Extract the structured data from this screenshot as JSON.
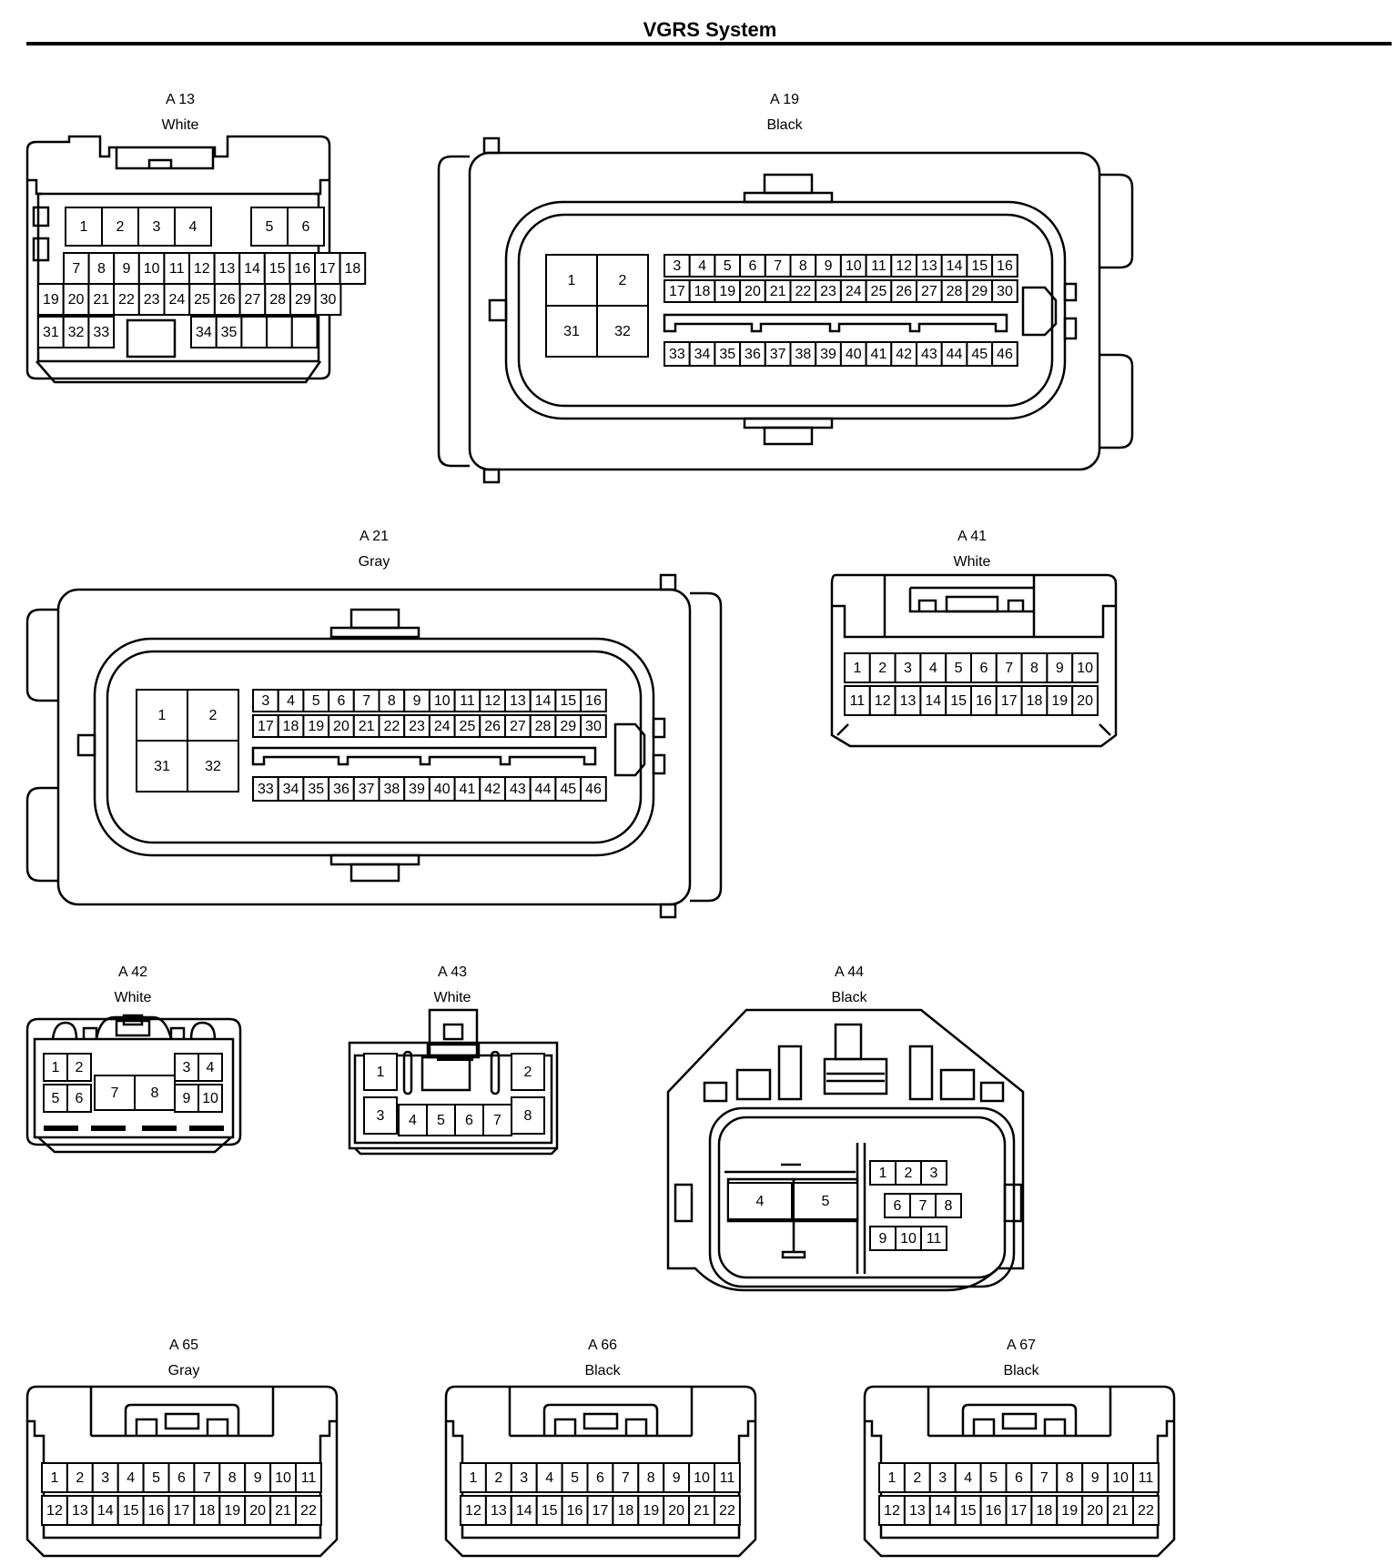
{
  "title": "VGRS System",
  "connectors": [
    {
      "id": "A 13",
      "color": "White",
      "pins": [
        "1",
        "2",
        "3",
        "4",
        "5",
        "6",
        "7",
        "8",
        "9",
        "10",
        "11",
        "12",
        "13",
        "14",
        "15",
        "16",
        "17",
        "18",
        "19",
        "20",
        "21",
        "22",
        "23",
        "24",
        "25",
        "26",
        "27",
        "28",
        "29",
        "30",
        "31",
        "32",
        "33",
        "34",
        "35"
      ]
    },
    {
      "id": "A 19",
      "color": "Black",
      "pins": [
        "1",
        "2",
        "31",
        "32",
        "3",
        "4",
        "5",
        "6",
        "7",
        "8",
        "9",
        "10",
        "11",
        "12",
        "13",
        "14",
        "15",
        "16",
        "17",
        "18",
        "19",
        "20",
        "21",
        "22",
        "23",
        "24",
        "25",
        "26",
        "27",
        "28",
        "29",
        "30",
        "33",
        "34",
        "35",
        "36",
        "37",
        "38",
        "39",
        "40",
        "41",
        "42",
        "43",
        "44",
        "45",
        "46"
      ]
    },
    {
      "id": "A 21",
      "color": "Gray",
      "pins": [
        "1",
        "2",
        "31",
        "32",
        "3",
        "4",
        "5",
        "6",
        "7",
        "8",
        "9",
        "10",
        "11",
        "12",
        "13",
        "14",
        "15",
        "16",
        "17",
        "18",
        "19",
        "20",
        "21",
        "22",
        "23",
        "24",
        "25",
        "26",
        "27",
        "28",
        "29",
        "30",
        "33",
        "34",
        "35",
        "36",
        "37",
        "38",
        "39",
        "40",
        "41",
        "42",
        "43",
        "44",
        "45",
        "46"
      ]
    },
    {
      "id": "A 41",
      "color": "White",
      "pins": [
        "1",
        "2",
        "3",
        "4",
        "5",
        "6",
        "7",
        "8",
        "9",
        "10",
        "11",
        "12",
        "13",
        "14",
        "15",
        "16",
        "17",
        "18",
        "19",
        "20"
      ]
    },
    {
      "id": "A 42",
      "color": "White",
      "pins": [
        "1",
        "2",
        "3",
        "4",
        "5",
        "6",
        "7",
        "8",
        "9",
        "10"
      ]
    },
    {
      "id": "A 43",
      "color": "White",
      "pins": [
        "1",
        "2",
        "3",
        "4",
        "5",
        "6",
        "7",
        "8"
      ]
    },
    {
      "id": "A 44",
      "color": "Black",
      "pins": [
        "1",
        "2",
        "3",
        "4",
        "5",
        "6",
        "7",
        "8",
        "9",
        "10",
        "11"
      ]
    },
    {
      "id": "A 65",
      "color": "Gray",
      "pins": [
        "1",
        "2",
        "3",
        "4",
        "5",
        "6",
        "7",
        "8",
        "9",
        "10",
        "11",
        "12",
        "13",
        "14",
        "15",
        "16",
        "17",
        "18",
        "19",
        "20",
        "21",
        "22"
      ]
    },
    {
      "id": "A 66",
      "color": "Black",
      "pins": [
        "1",
        "2",
        "3",
        "4",
        "5",
        "6",
        "7",
        "8",
        "9",
        "10",
        "11",
        "12",
        "13",
        "14",
        "15",
        "16",
        "17",
        "18",
        "19",
        "20",
        "21",
        "22"
      ]
    },
    {
      "id": "A 67",
      "color": "Black",
      "pins": [
        "1",
        "2",
        "3",
        "4",
        "5",
        "6",
        "7",
        "8",
        "9",
        "10",
        "11",
        "12",
        "13",
        "14",
        "15",
        "16",
        "17",
        "18",
        "19",
        "20",
        "21",
        "22"
      ]
    }
  ]
}
